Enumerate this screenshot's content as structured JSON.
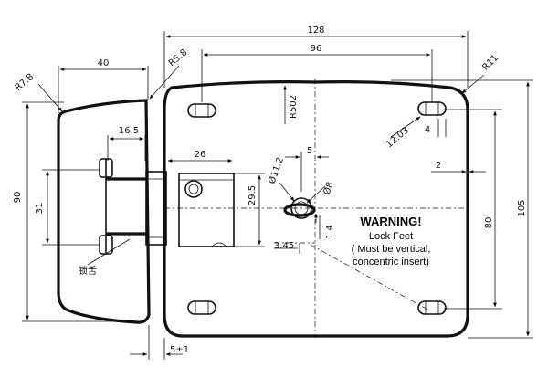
{
  "dimensions": {
    "overall_width": "128",
    "hole_spacing_horizontal": "96",
    "side_width": "40",
    "corner_radius_top": "R11",
    "corner_radius_bracket": "R5.8",
    "corner_radius_side": "R7.8",
    "arc_radius": "R502",
    "bolt_offset": "16.5",
    "slot_size": "12.03",
    "slot_offset": "4",
    "edge_offset": "2",
    "height_side": "90",
    "cylinder_width": "26",
    "cylinder_height": "29.5",
    "center_offset": "5",
    "diameter_outer": "Ø11.2",
    "diameter_inner": "Ø8",
    "vertical_offset": "1.4",
    "horizontal_offset": "3.45",
    "inner_height": "31",
    "hole_spacing_vertical": "80",
    "overall_height": "105",
    "bottom_tolerance": "5±1"
  },
  "labels": {
    "side_note": "锁舌"
  },
  "warning": {
    "title": "WARNING!",
    "line1": "Lock Feet",
    "line2": "( Must be vertical,",
    "line3": "concentric insert)"
  }
}
